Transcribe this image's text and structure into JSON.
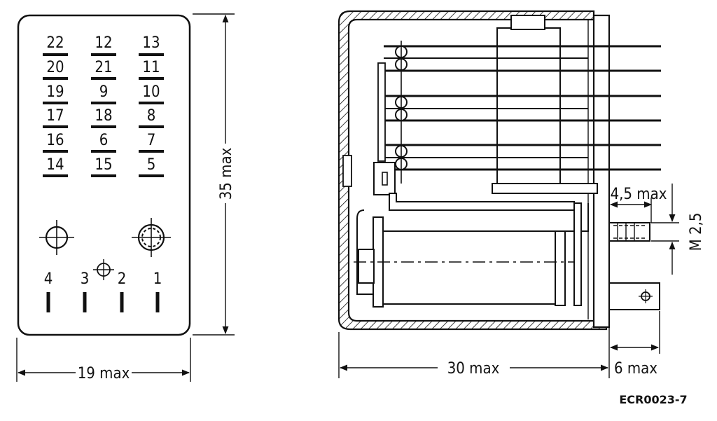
{
  "front_view": {
    "pin_rows": [
      [
        "22",
        "12",
        "13"
      ],
      [
        "20",
        "21",
        "11"
      ],
      [
        "19",
        "9",
        "10"
      ],
      [
        "17",
        "18",
        "8"
      ],
      [
        "16",
        "6",
        "7"
      ],
      [
        "14",
        "15",
        "5"
      ]
    ],
    "coil_pins": [
      "4",
      "3",
      "2",
      "1"
    ],
    "width_label": "19 max",
    "height_label": "35 max"
  },
  "side_view": {
    "depth_label": "30 max",
    "thread_length_label": "4,5 max",
    "thread_label": "M 2,5",
    "tab_label": "6 max"
  },
  "drawing_code": "ECR0023-7"
}
